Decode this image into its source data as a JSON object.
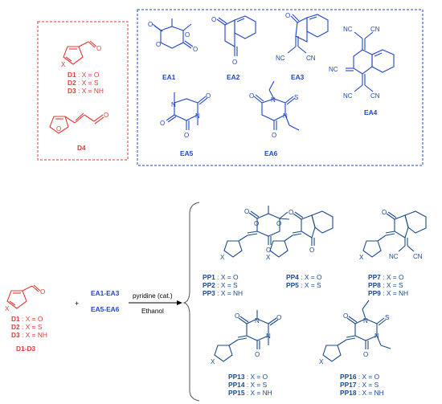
{
  "colors": {
    "donor": "#e53935",
    "acceptor": "#1f45c8",
    "product": "#1a4a8a",
    "text": "#000000"
  },
  "donors": {
    "d1": {
      "id": "D1",
      "text": " : X = O"
    },
    "d2": {
      "id": "D2",
      "text": " : X = S"
    },
    "d3": {
      "id": "D3",
      "text": " : X = NH"
    },
    "d4": {
      "id": "D4"
    }
  },
  "acceptors": {
    "ea1": "EA1",
    "ea2": "EA2",
    "ea3": "EA3",
    "ea4": "EA4",
    "ea5": "EA5",
    "ea6": "EA6"
  },
  "atoms": {
    "O": "O",
    "S": "S",
    "N": "N",
    "X": "X",
    "CN": "CN",
    "NC": "NC"
  },
  "reaction": {
    "reactant_d1": {
      "id": "D1",
      "text": " : X = O"
    },
    "reactant_d2": {
      "id": "D2",
      "text": " : X = S"
    },
    "reactant_d3": {
      "id": "D3",
      "text": " : X = NH"
    },
    "reactant_range": "D1-D3",
    "plus": "+",
    "reagent_a": "EA1-EA3",
    "reagent_b": "EA5-EA6",
    "catalyst": "pyridine (cat.)",
    "solvent": "Ethanol"
  },
  "products": [
    {
      "id": "PP1",
      "text": " : X = O"
    },
    {
      "id": "PP2",
      "text": " : X = S"
    },
    {
      "id": "PP3",
      "text": " : X = NH"
    },
    {
      "id": "PP4",
      "text": " : X = O"
    },
    {
      "id": "PP5",
      "text": " : X = S"
    },
    {
      "id": "PP7",
      "text": " : X = O"
    },
    {
      "id": "PP8",
      "text": " : X = S"
    },
    {
      "id": "PP9",
      "text": " : X = NH"
    },
    {
      "id": "PP13",
      "text": " : X = O"
    },
    {
      "id": "PP14",
      "text": " : X = S"
    },
    {
      "id": "PP15",
      "text": " : X = NH"
    },
    {
      "id": "PP16",
      "text": " : X = O"
    },
    {
      "id": "PP17",
      "text": " : X = S"
    },
    {
      "id": "PP18",
      "text": " : X = NH"
    }
  ]
}
